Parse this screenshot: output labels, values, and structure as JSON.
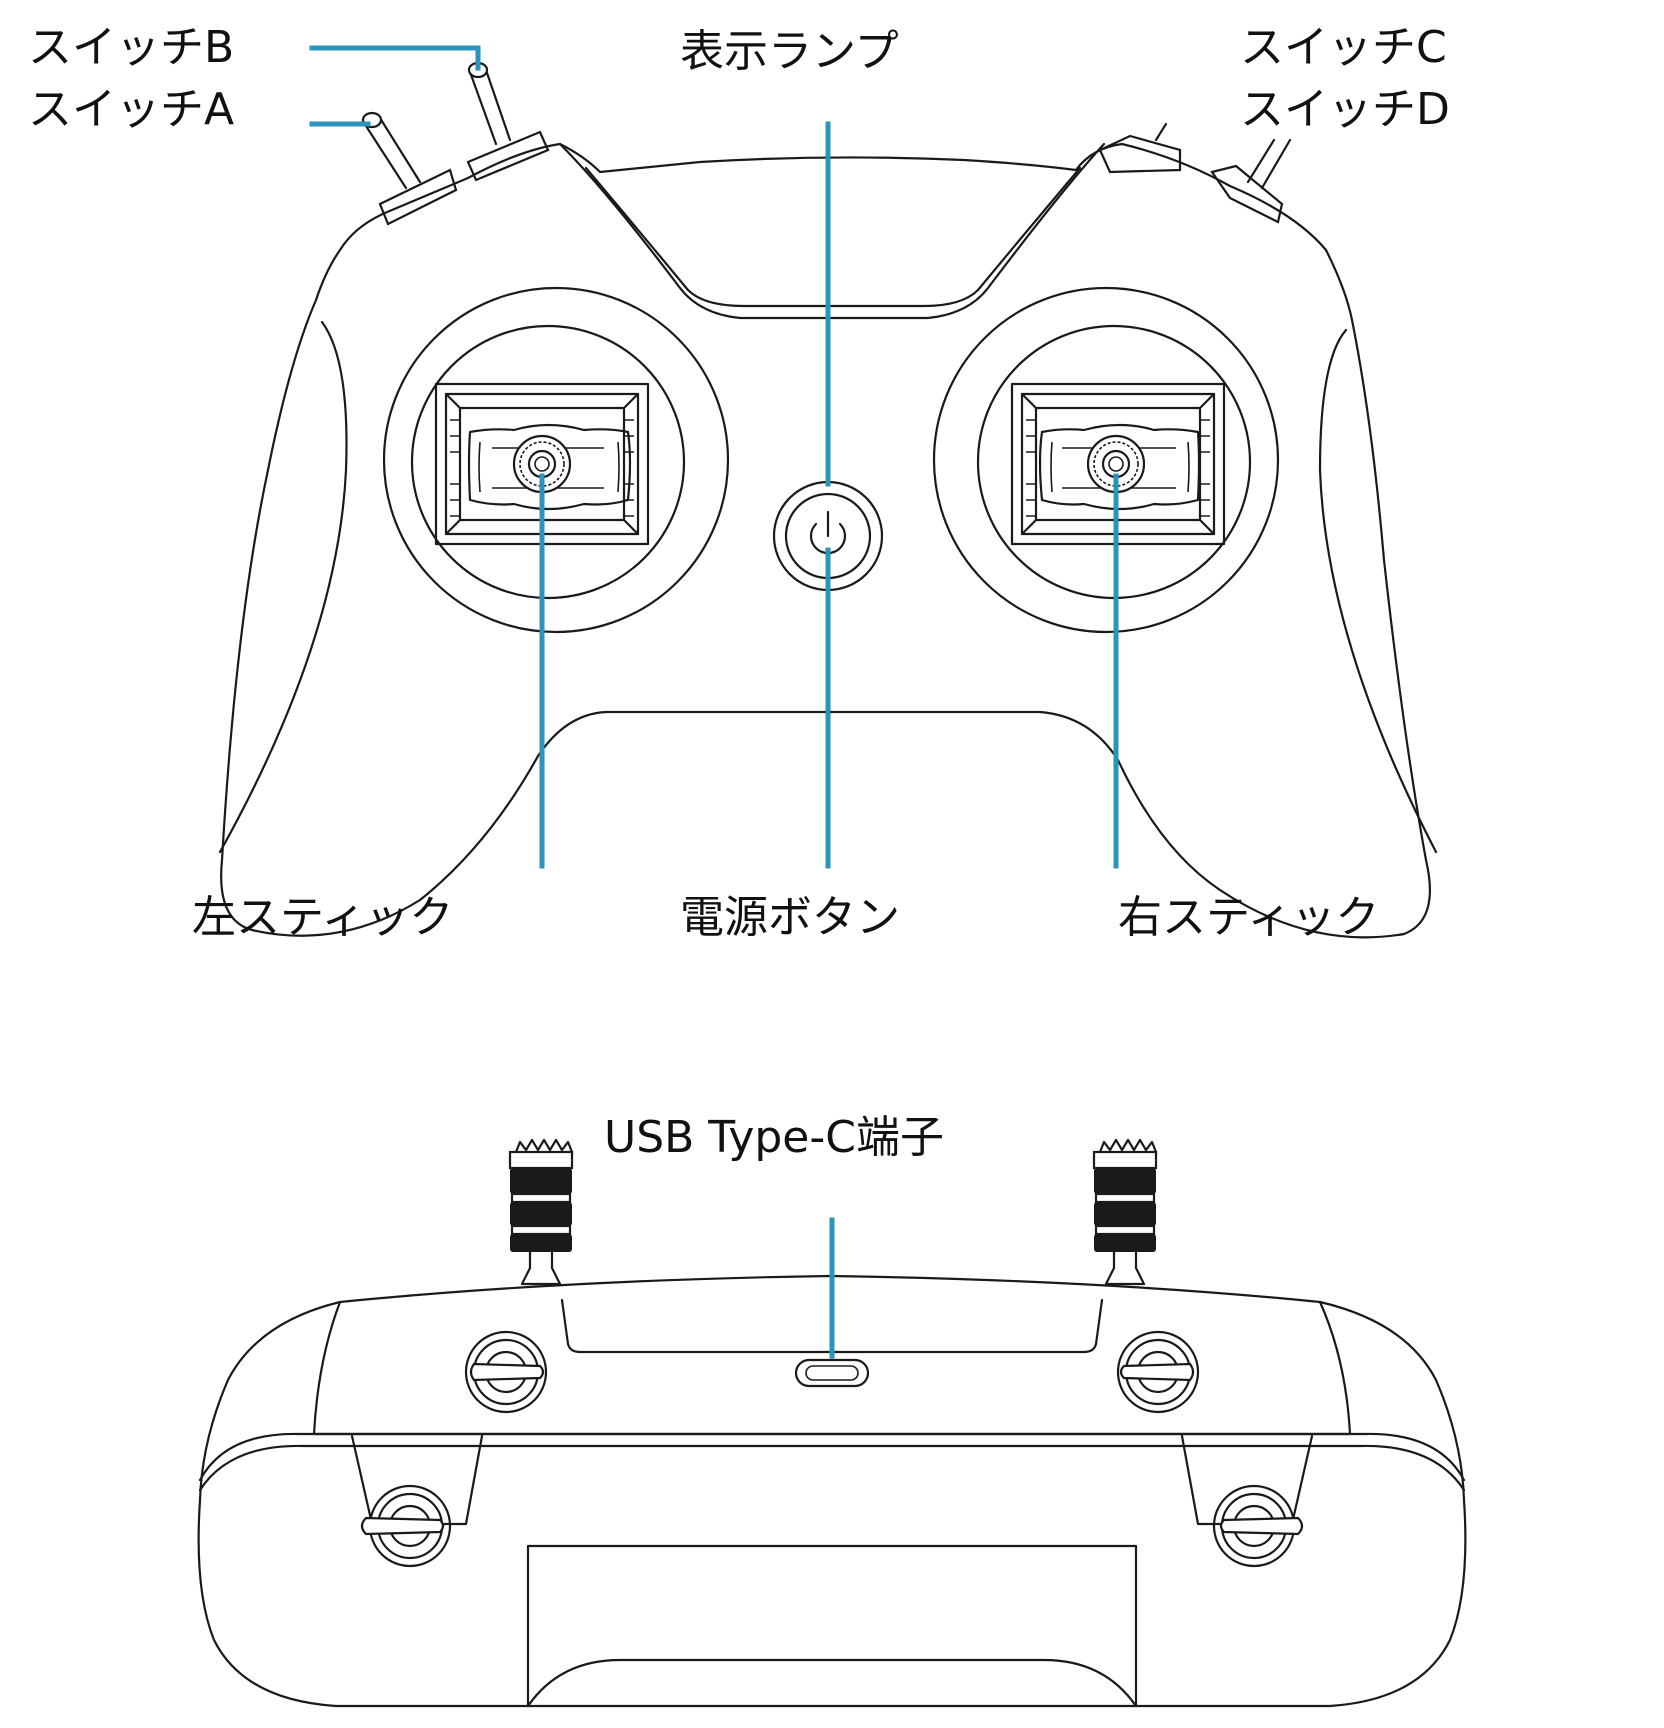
{
  "colors": {
    "leader": "#2a93be",
    "outline": "#1a1a1a",
    "background": "#ffffff"
  },
  "labels": {
    "switch_b": "スイッチB",
    "switch_a": "スイッチA",
    "indicator_lamp": "表示ランプ",
    "switch_c": "スイッチC",
    "switch_d": "スイッチD",
    "left_stick": "左スティック",
    "power_button": "電源ボタン",
    "right_stick": "右スティック",
    "usb_port": "USB Type-C端子"
  },
  "icons": {
    "power": "power-icon"
  }
}
